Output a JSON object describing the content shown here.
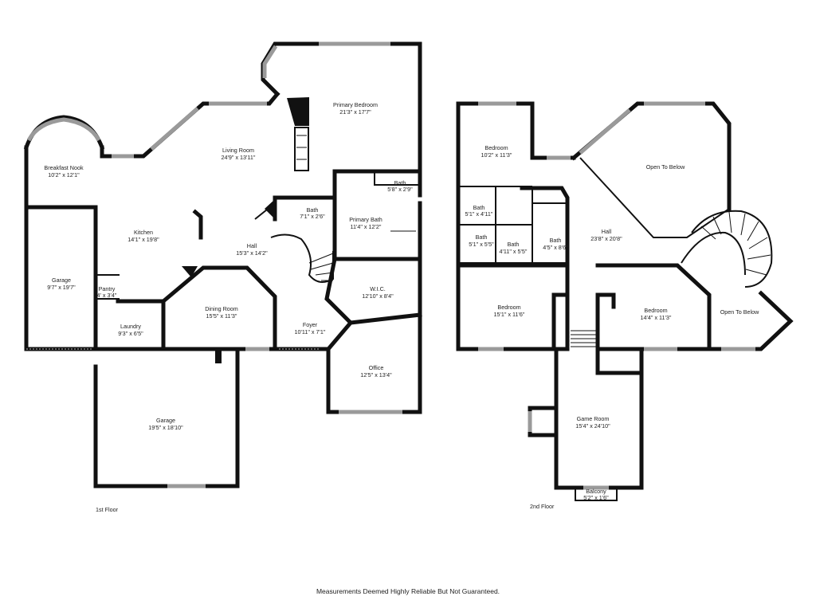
{
  "floors": [
    {
      "label": "1st Floor",
      "rooms": [
        {
          "id": "breakfast-nook",
          "name": "Breakfast Nook",
          "size": "10'2\" x 12'1\""
        },
        {
          "id": "living-room",
          "name": "Living Room",
          "size": "24'9\" x 13'11\""
        },
        {
          "id": "primary-bedroom",
          "name": "Primary Bedroom",
          "size": "21'3\" x 17'7\""
        },
        {
          "id": "bath-small",
          "name": "Bath",
          "size": "5'8\" x 2'9\""
        },
        {
          "id": "bath-hall",
          "name": "Bath",
          "size": "7'1\" x 2'6\""
        },
        {
          "id": "primary-bath",
          "name": "Primary Bath",
          "size": "11'4\" x 12'2\""
        },
        {
          "id": "kitchen",
          "name": "Kitchen",
          "size": "14'1\" x 19'8\""
        },
        {
          "id": "hall-1",
          "name": "Hall",
          "size": "15'3\" x 14'2\""
        },
        {
          "id": "garage-small",
          "name": "Garage",
          "size": "9'7\" x 19'7\""
        },
        {
          "id": "pantry",
          "name": "Pantry",
          "size": "4' x 3'4\""
        },
        {
          "id": "wic",
          "name": "W.I.C.",
          "size": "12'10\" x 8'4\""
        },
        {
          "id": "dining-room",
          "name": "Dining Room",
          "size": "15'5\" x 11'3\""
        },
        {
          "id": "laundry",
          "name": "Laundry",
          "size": "9'3\" x 6'5\""
        },
        {
          "id": "foyer",
          "name": "Foyer",
          "size": "10'11\" x 7'1\""
        },
        {
          "id": "office",
          "name": "Office",
          "size": "12'5\" x 13'4\""
        },
        {
          "id": "garage-large",
          "name": "Garage",
          "size": "19'5\" x 18'10\""
        }
      ]
    },
    {
      "label": "2nd Floor",
      "rooms": [
        {
          "id": "bedroom-top",
          "name": "Bedroom",
          "size": "10'2\" x 11'3\""
        },
        {
          "id": "open-below-top",
          "name": "Open To Below",
          "size": ""
        },
        {
          "id": "bath-a",
          "name": "Bath",
          "size": "5'1\" x 4'11\""
        },
        {
          "id": "hall-2",
          "name": "Hall",
          "size": "23'8\" x 20'8\""
        },
        {
          "id": "bath-b",
          "name": "Bath",
          "size": "5'1\" x 5'5\""
        },
        {
          "id": "bath-c",
          "name": "Bath",
          "size": "4'11\" x 5'5\""
        },
        {
          "id": "bath-d",
          "name": "Bath",
          "size": "4'5\" x 8'6\""
        },
        {
          "id": "bedroom-left",
          "name": "Bedroom",
          "size": "15'1\" x 11'6\""
        },
        {
          "id": "bedroom-right",
          "name": "Bedroom",
          "size": "14'4\" x 11'3\""
        },
        {
          "id": "open-below-right",
          "name": "Open To Below",
          "size": ""
        },
        {
          "id": "game-room",
          "name": "Game Room",
          "size": "15'4\" x 24'10\""
        },
        {
          "id": "balcony",
          "name": "Balcony",
          "size": "5'2\" x 1'6\""
        }
      ]
    }
  ],
  "disclaimer": "Measurements Deemed Highly Reliable But Not Guaranteed."
}
